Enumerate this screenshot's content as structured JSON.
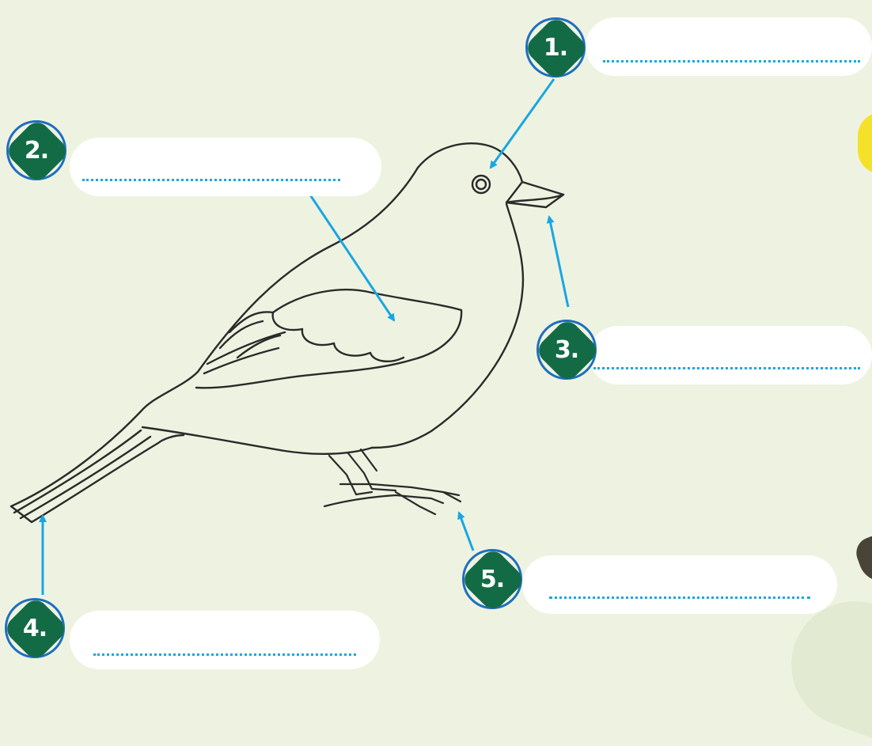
{
  "labels": [
    {
      "number": "1."
    },
    {
      "number": "2."
    },
    {
      "number": "3."
    },
    {
      "number": "4."
    },
    {
      "number": "5."
    }
  ],
  "colors": {
    "background": "#eef3e1",
    "badge_fill": "#136b45",
    "badge_ring": "#1e6fc0",
    "arrow": "#19a6e4",
    "dotted_line": "#19a6e4",
    "bird_outline": "#2a2a2a"
  },
  "icons": [
    "bird-illustration",
    "arrow-icon"
  ]
}
